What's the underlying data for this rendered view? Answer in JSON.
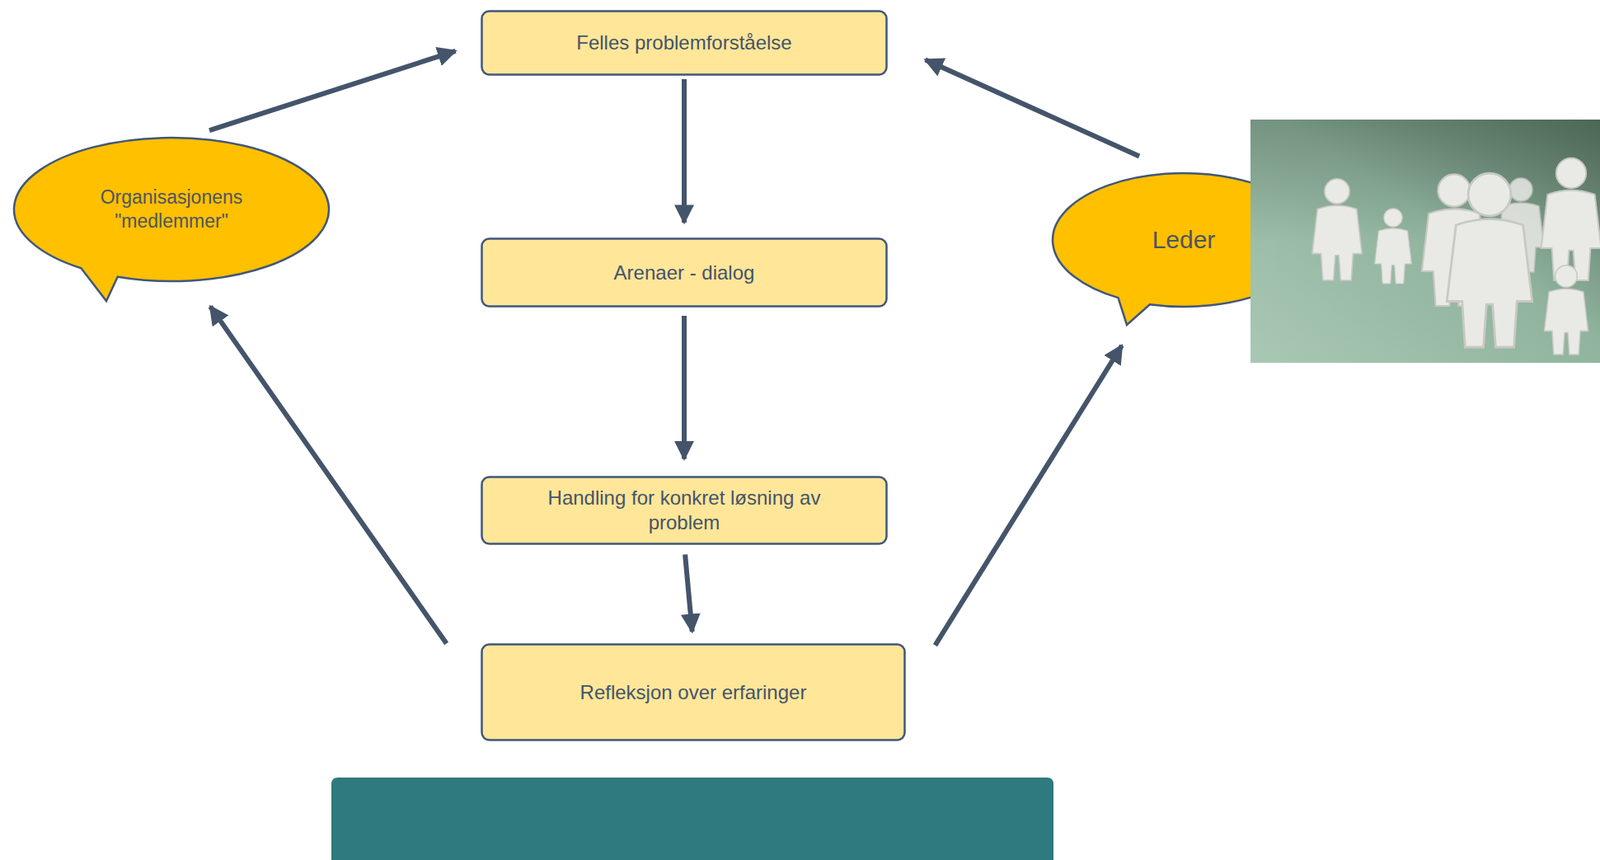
{
  "diagram": {
    "nodes": [
      {
        "text": [
          "Felles problemforståelse"
        ]
      },
      {
        "text": [
          "Arenaer - dialog"
        ]
      },
      {
        "text": [
          "Handling for konkret løsning av problem"
        ]
      },
      {
        "text": [
          "Refleksjon over erfaringer"
        ]
      },
      {
        "text": [
          "Organisasjonens \"medlemmer\""
        ]
      },
      {
        "text": [
          "Leder"
        ]
      }
    ],
    "edges": [
      {
        "from": 4,
        "to": 0,
        "arrow": "to"
      },
      {
        "from": 5,
        "to": 0,
        "arrow": "to"
      },
      {
        "from": 0,
        "to": 1,
        "arrow": "to"
      },
      {
        "from": 1,
        "to": 2,
        "arrow": "to"
      },
      {
        "from": 2,
        "to": 3,
        "arrow": "to"
      },
      {
        "from": 3,
        "to": 4,
        "arrow": "to"
      },
      {
        "from": 3,
        "to": 5,
        "arrow": "to"
      }
    ]
  }
}
